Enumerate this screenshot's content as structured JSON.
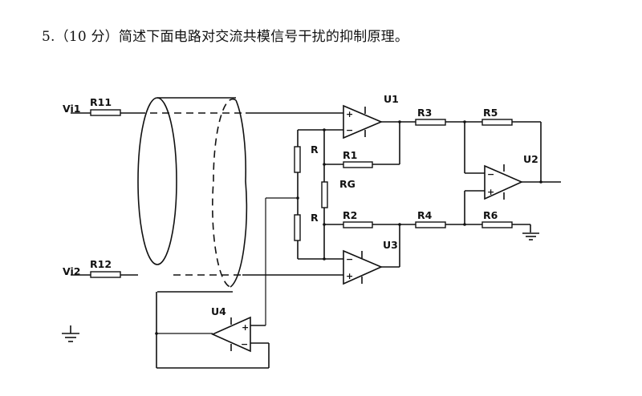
{
  "question": {
    "number": "5.",
    "score": "（10 分）",
    "text": "简述下面电路对交流共模信号干扰的抑制原理。"
  },
  "diagram": {
    "inputs": [
      {
        "id": "vi1",
        "label": "Vi1"
      },
      {
        "id": "vi2",
        "label": "Vi2"
      }
    ],
    "resistors": [
      {
        "id": "r11",
        "label": "R11"
      },
      {
        "id": "r12",
        "label": "R12"
      },
      {
        "id": "r_top",
        "label": "R"
      },
      {
        "id": "r_bottom",
        "label": "R"
      },
      {
        "id": "r1",
        "label": "R1"
      },
      {
        "id": "rg",
        "label": "RG"
      },
      {
        "id": "r2",
        "label": "R2"
      },
      {
        "id": "r3",
        "label": "R3"
      },
      {
        "id": "r4",
        "label": "R4"
      },
      {
        "id": "r5",
        "label": "R5"
      },
      {
        "id": "r6",
        "label": "R6"
      }
    ],
    "opamps": [
      {
        "id": "u1",
        "label": "U1"
      },
      {
        "id": "u2",
        "label": "U2"
      },
      {
        "id": "u3",
        "label": "U3"
      },
      {
        "id": "u4",
        "label": "U4"
      }
    ],
    "pin_plus": "+",
    "pin_minus": "−",
    "shield_cable": "shielded-cable"
  }
}
